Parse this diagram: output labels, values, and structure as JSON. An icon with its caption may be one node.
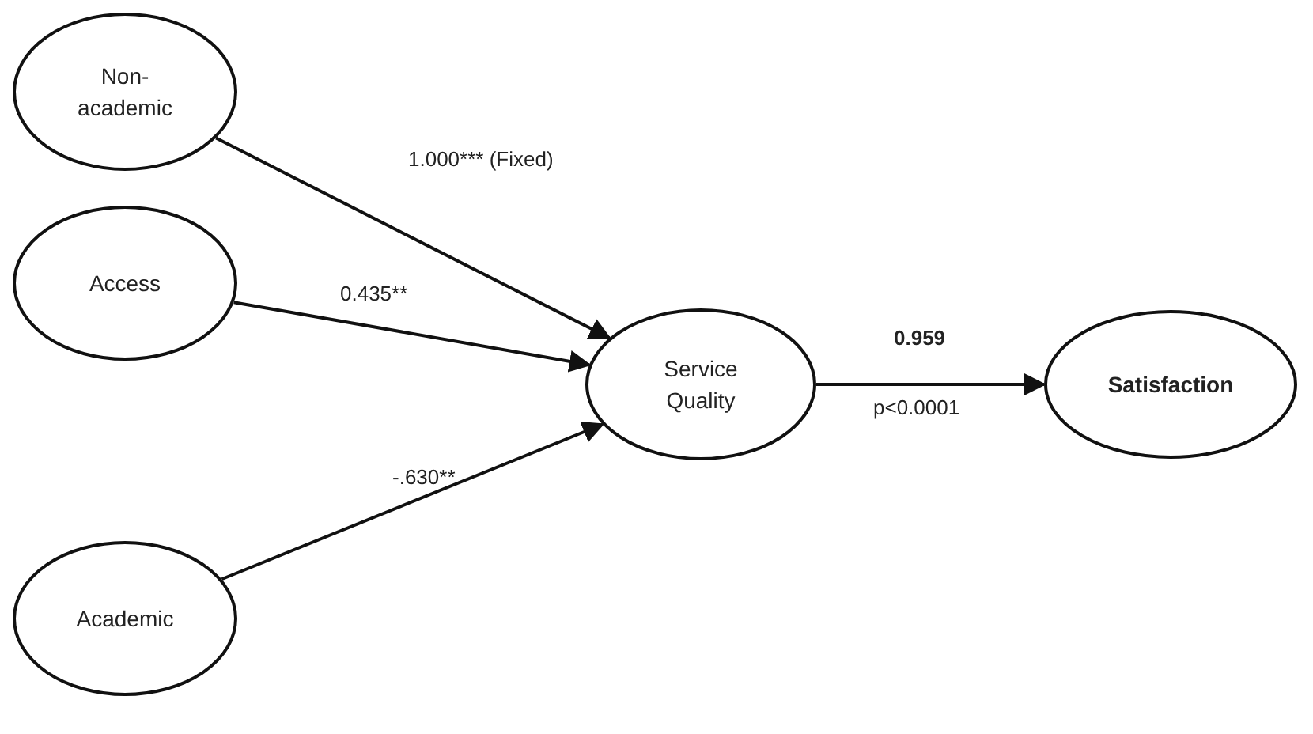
{
  "diagram": {
    "nodes": [
      {
        "text": [
          "Non-academic"
        ]
      },
      {
        "text": [
          "Access"
        ]
      },
      {
        "text": [
          "Academic"
        ]
      },
      {
        "text": [
          "Service Quality"
        ]
      },
      {
        "text": [
          "Satisfaction"
        ]
      }
    ],
    "edges": [
      {
        "from": 0,
        "to": 3,
        "arrow": "to",
        "label": "1.000*** (Fixed)"
      },
      {
        "from": 1,
        "to": 3,
        "arrow": "to",
        "label": "0.435**"
      },
      {
        "from": 2,
        "to": 3,
        "arrow": "to",
        "label": "-.630**"
      },
      {
        "from": 3,
        "to": 4,
        "arrow": "to",
        "label": "0.959"
      }
    ],
    "labels": [
      "p<0.0001"
    ]
  }
}
